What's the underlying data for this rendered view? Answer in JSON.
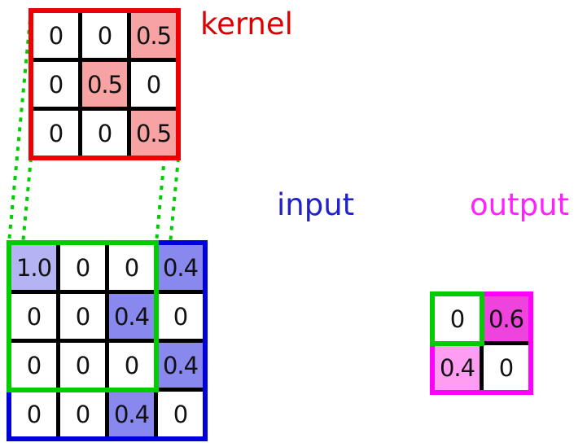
{
  "labels": {
    "kernel": "kernel",
    "input": "input",
    "output": "output"
  },
  "colors": {
    "kernel_border": "#ee0000",
    "kernel_label": "#dd0000",
    "kernel_highlight": "#f7a3a3",
    "input_border": "#0000dd",
    "input_label": "#2222cc",
    "input_highlight": "#8888ee",
    "input_highlight_strong": "#b4b4f2",
    "output_border": "#ff00ff",
    "output_label": "#ff22ff",
    "output_highlight_strong": "#ee44dd",
    "output_highlight_light": "#ff9df2",
    "window_green": "#00cc00",
    "gridline": "#000000"
  },
  "kernel": {
    "size": "3x3",
    "cells": [
      {
        "v": "0"
      },
      {
        "v": "0"
      },
      {
        "v": "0.5",
        "bg": "kernel-hl"
      },
      {
        "v": "0"
      },
      {
        "v": "0.5",
        "bg": "kernel-hl"
      },
      {
        "v": "0"
      },
      {
        "v": "0"
      },
      {
        "v": "0"
      },
      {
        "v": "0.5",
        "bg": "kernel-hl"
      }
    ]
  },
  "input": {
    "size": "4x4",
    "cells": [
      {
        "v": "1.0",
        "bg": "input-hl-strong"
      },
      {
        "v": "0"
      },
      {
        "v": "0"
      },
      {
        "v": "0.4",
        "bg": "input-hl"
      },
      {
        "v": "0"
      },
      {
        "v": "0"
      },
      {
        "v": "0.4",
        "bg": "input-hl"
      },
      {
        "v": "0"
      },
      {
        "v": "0"
      },
      {
        "v": "0"
      },
      {
        "v": "0"
      },
      {
        "v": "0.4",
        "bg": "input-hl"
      },
      {
        "v": "0"
      },
      {
        "v": "0"
      },
      {
        "v": "0.4",
        "bg": "input-hl"
      },
      {
        "v": "0"
      }
    ]
  },
  "output": {
    "size": "2x2",
    "cells": [
      {
        "v": "0"
      },
      {
        "v": "0.6",
        "bg": "output-hl-strong"
      },
      {
        "v": "0.4",
        "bg": "output-hl-light"
      },
      {
        "v": "0"
      }
    ]
  }
}
